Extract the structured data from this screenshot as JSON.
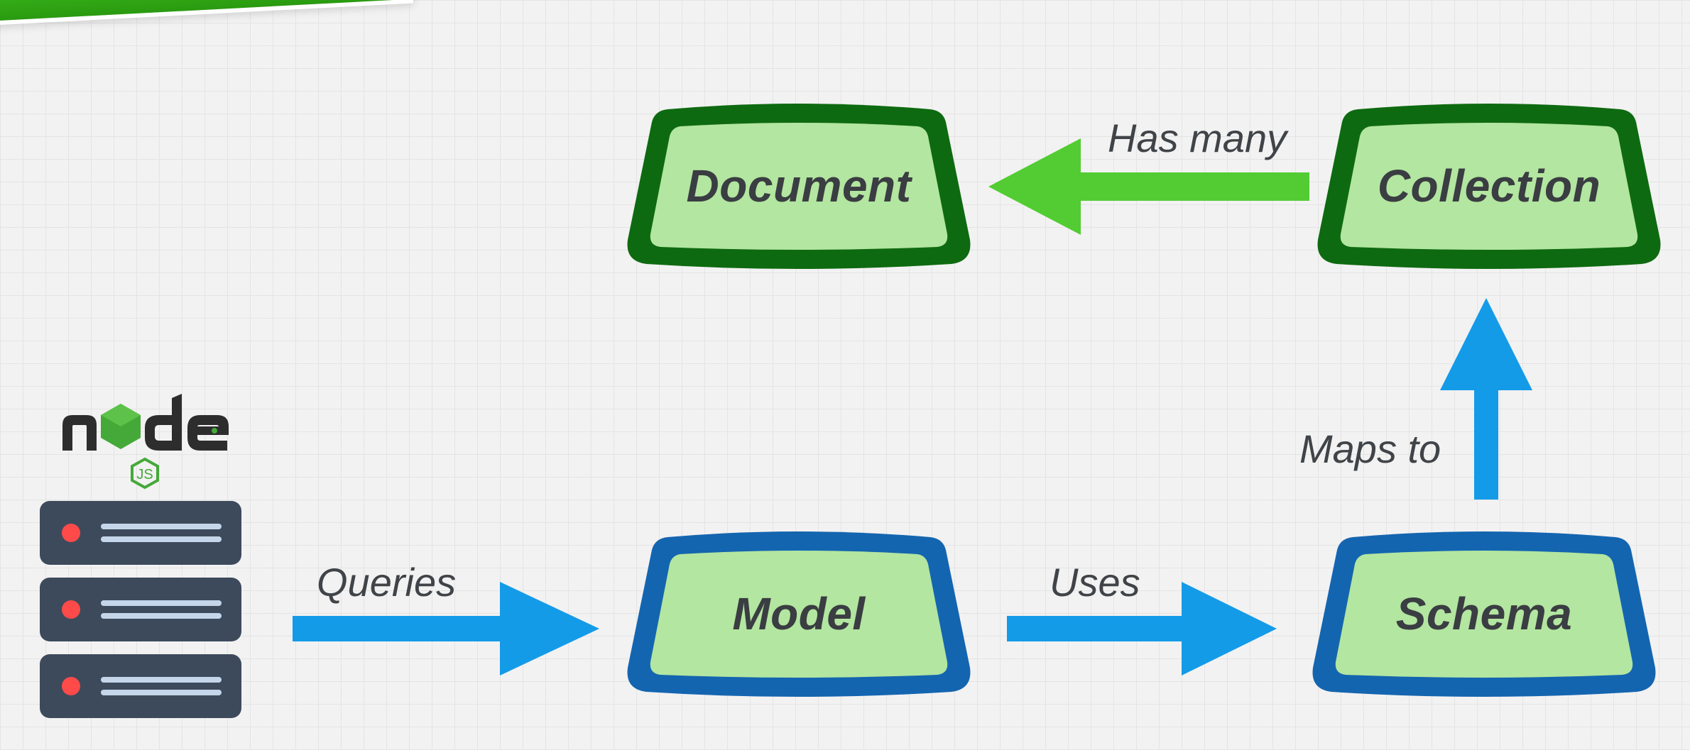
{
  "nodes": {
    "document": {
      "label": "Document"
    },
    "collection": {
      "label": "Collection"
    },
    "model": {
      "label": "Model"
    },
    "schema": {
      "label": "Schema"
    }
  },
  "edges": {
    "has_many": {
      "label": "Has many"
    },
    "maps_to": {
      "label": "Maps to"
    },
    "queries": {
      "label": "Queries"
    },
    "uses": {
      "label": "Uses"
    }
  },
  "logo": {
    "name": "nodejs-logo",
    "text": "node",
    "sub": "JS"
  },
  "colors": {
    "green_dark": "#0e6a10",
    "green_fill": "#b3e6a0",
    "green_arrow": "#52cc32",
    "blue_dark": "#1465b0",
    "blue_fill": "#b3e6a0",
    "blue_arrow": "#149be8",
    "server_body": "#3d4a5c",
    "server_light": "#ff4a4a",
    "server_lines": "#c5d6ea"
  }
}
